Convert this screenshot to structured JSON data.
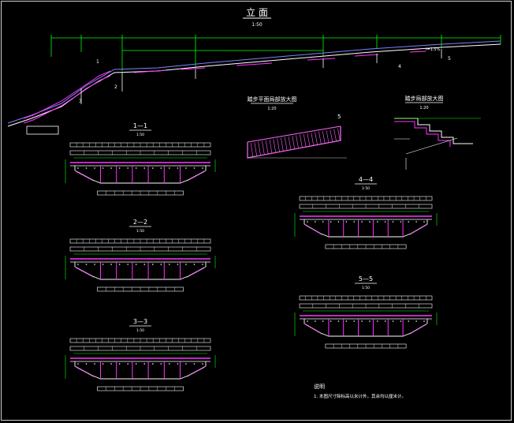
{
  "colors": {
    "background": "#000000",
    "frame": "#cfcfcf",
    "structure": "#ffffff",
    "dimension": "#00ff00",
    "accent": "#ff33ff",
    "hatch": "#ff66ff",
    "annotation": "#ffff66",
    "rebar": "#66ffff"
  },
  "elevation": {
    "title": "立 面",
    "scale": "1:50",
    "labels": {
      "grade": "i=1.5%"
    },
    "section_marks": [
      "1",
      "2",
      "3",
      "4",
      "5"
    ]
  },
  "detail_left": {
    "title": "踏步平面局部放大图",
    "scale": "1:20",
    "mark": "5"
  },
  "detail_right": {
    "title": "踏步局部放大图",
    "scale": "1:20"
  },
  "sections": [
    {
      "id": "1-1",
      "title": "1—1",
      "scale": "1:50"
    },
    {
      "id": "2-2",
      "title": "2—2",
      "scale": "1:50"
    },
    {
      "id": "3-3",
      "title": "3—3",
      "scale": "1:50"
    },
    {
      "id": "4-4",
      "title": "4—4",
      "scale": "1:50"
    },
    {
      "id": "5-5",
      "title": "5—5",
      "scale": "1:50"
    }
  ],
  "notes": {
    "heading": "说明",
    "line1": "1. 本图尺寸除标高以米计外，其余均以厘米计。"
  }
}
